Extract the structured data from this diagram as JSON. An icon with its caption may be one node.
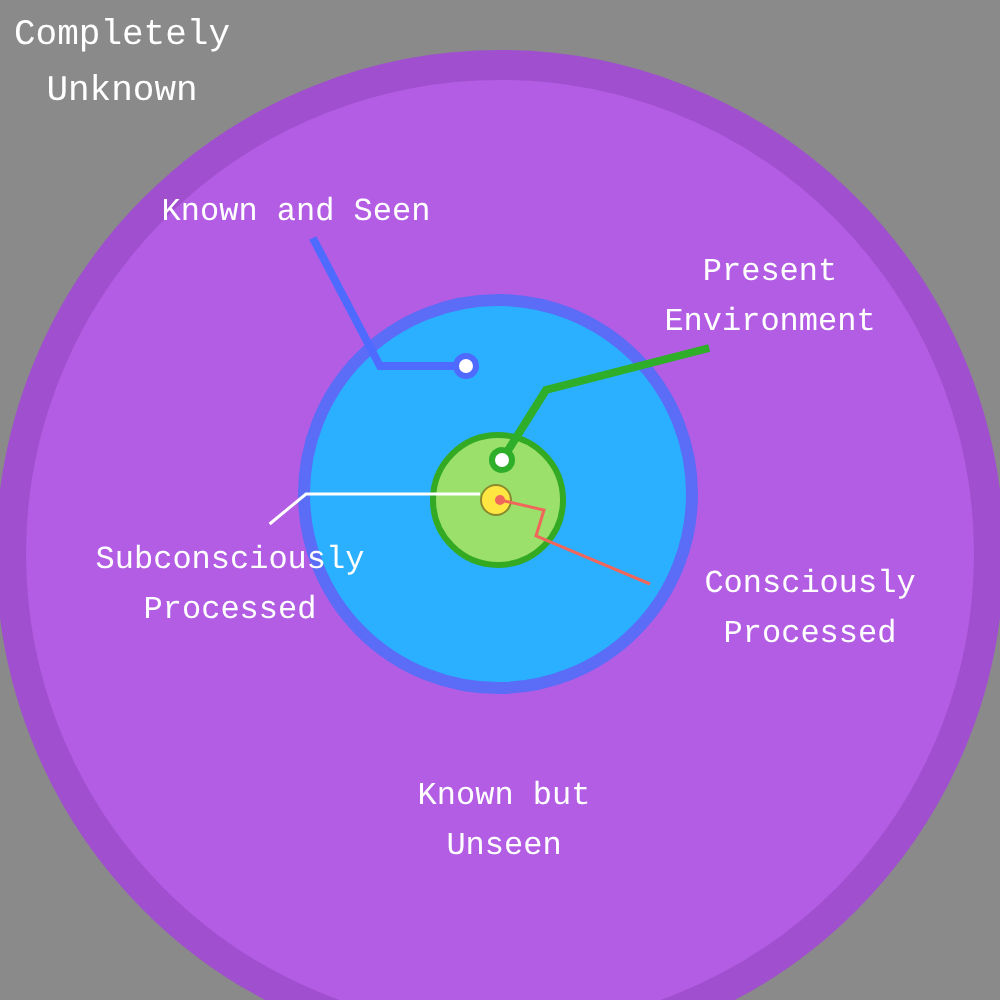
{
  "diagram": {
    "nodes": [
      {
        "text": [
          "Known but Unseen"
        ]
      },
      {
        "text": [],
        "shape": "circle",
        "in": 0
      },
      {
        "text": [],
        "shape": "circle",
        "in": 1
      },
      {
        "text": [],
        "shape": "circle",
        "in": 2
      },
      {
        "text": [
          "Known and Seen"
        ],
        "in": 0
      },
      {
        "text": [
          "Present Environment"
        ],
        "in": 0
      },
      {
        "text": [
          "Subconsciously Processed"
        ],
        "in": 0
      },
      {
        "text": [
          "Consciously Processed"
        ],
        "in": 0
      }
    ],
    "edges": [
      {
        "from": 4,
        "to": 1,
        "arrow": "other",
        "color": "#4f6bff",
        "style": "thick"
      },
      {
        "from": 5,
        "to": 2,
        "arrow": "other",
        "color": "#2fae2a",
        "style": "thick"
      },
      {
        "from": 6,
        "to": 3,
        "arrow": "none",
        "color": "#ffffff"
      },
      {
        "from": 7,
        "to": 3,
        "arrow": "other",
        "color": "#f0665a"
      }
    ],
    "labels": [
      "Completely Unknown"
    ]
  }
}
